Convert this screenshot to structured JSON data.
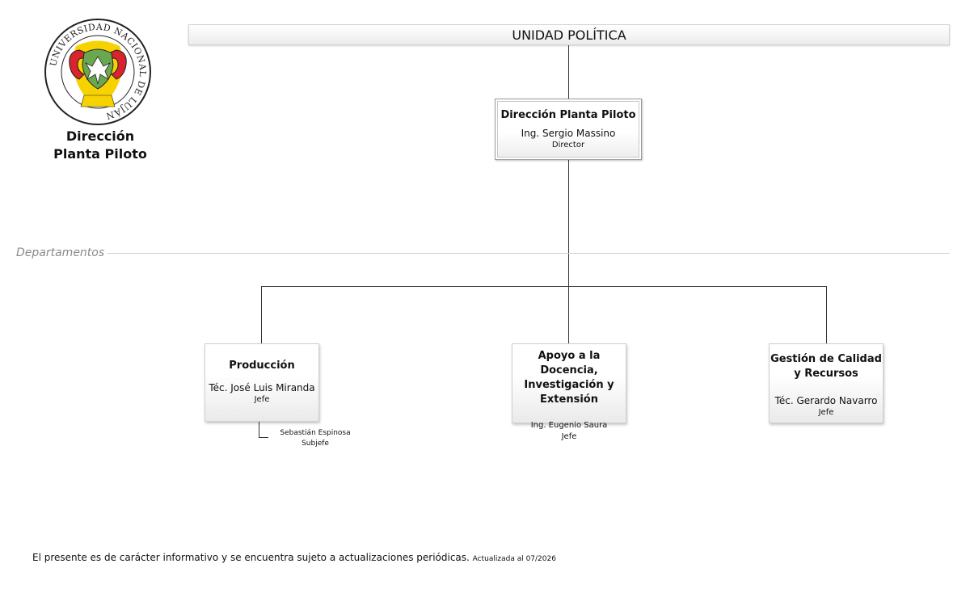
{
  "logo": {
    "ring_text": "UNIVERSIDAD NACIONAL DE LUJÁN",
    "title_line1": "Dirección",
    "title_line2": "Planta Piloto"
  },
  "banner": {
    "title": "UNIDAD POLÍTICA"
  },
  "director": {
    "title": "Dirección Planta Piloto",
    "name": "Ing. Sergio Massino",
    "role": "Director"
  },
  "section": {
    "label": "Departamentos"
  },
  "departments": [
    {
      "title_lines": [
        "Producción"
      ],
      "name": "Téc. José Luis Miranda",
      "role": "Jefe",
      "sub": {
        "name": "Sebastián Espinosa",
        "role": "Subjefe"
      }
    },
    {
      "title_lines": [
        "Apoyo a la Docencia,",
        "Investigación y",
        "Extensión"
      ],
      "name": "Ing. Eugenio Saura",
      "role": "Jefe"
    },
    {
      "title_lines": [
        "Gestión de Calidad",
        "y Recursos"
      ],
      "name": "Téc. Gerardo Navarro",
      "role": "Jefe"
    }
  ],
  "footer": {
    "text": "El presente es de carácter informativo y se encuentra sujeto a actualizaciones periódicas.",
    "updated": "Actualizada al 07/2026"
  },
  "colors": {
    "seal_red": "#d9232e",
    "seal_yellow": "#f5d200",
    "seal_green": "#6aa84f",
    "line": "#333333",
    "section_gray": "#8a8a8a"
  }
}
